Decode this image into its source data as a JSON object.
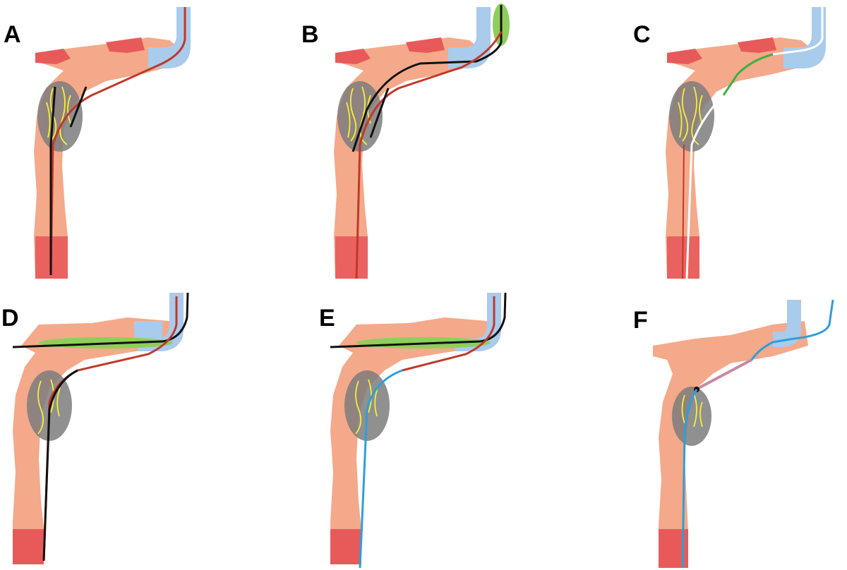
{
  "figure": {
    "panels": [
      {
        "id": "A",
        "label": "A",
        "lines": [
          "red",
          "black-rail"
        ],
        "lesion": "upper",
        "variant": "crossing-wires"
      },
      {
        "id": "B",
        "label": "B",
        "lines": [
          "red",
          "black-rail"
        ],
        "lesion": "upper",
        "variant": "catheter-tip",
        "balloon": "green-tip"
      },
      {
        "id": "C",
        "label": "C",
        "lines": [
          "red",
          "white",
          "green"
        ],
        "lesion": "upper",
        "variant": "white-wire"
      },
      {
        "id": "D",
        "label": "D",
        "lines": [
          "red",
          "black"
        ],
        "lesion": "upper",
        "variant": "side-balloon",
        "balloon": "green-long"
      },
      {
        "id": "E",
        "label": "E",
        "lines": [
          "red",
          "black",
          "blue"
        ],
        "lesion": "upper",
        "variant": "side-balloon-blue",
        "balloon": "green-long"
      },
      {
        "id": "F",
        "label": "F",
        "lines": [
          "blue",
          "pink-catheter"
        ],
        "lesion": "upper",
        "variant": "blue-wire"
      }
    ],
    "colors": {
      "vessel": "#f4a98a",
      "vessel_dark": "#e85a5a",
      "catheter": "#a9cbec",
      "lesion": "#7d7d7d",
      "fibers": "#f2ef3a",
      "wire_red": "#c0392b",
      "wire_black": "#111111",
      "wire_white": "#ffffff",
      "wire_green": "#3cb043",
      "wire_blue": "#2e9fdc",
      "balloon": "#8fce5a"
    }
  }
}
